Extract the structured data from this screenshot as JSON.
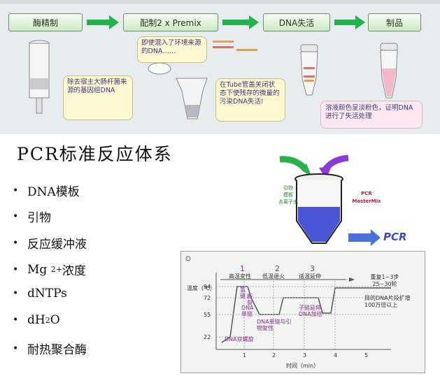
{
  "workflow": {
    "steps": [
      "酶精制",
      "配制2 x Premix",
      "DNA失活",
      "制品"
    ],
    "bubbles": {
      "enzyme": "除去宿主大肠杆菌来源的基因组DNA",
      "premix": "即使混入了环境来源的DNA……",
      "inactivate": "在Tube管盖关闭状态下使残存的微量的污染DNA失活!",
      "product": "溶液颜色呈淡粉色，证明DNA进行了失活处理"
    }
  },
  "pcr_system": {
    "title": "PCR标准反应体系",
    "items": [
      "DNA模板",
      "引物",
      "反应缓冲液",
      "Mg",
      "浓度",
      "dNTPs",
      "dH",
      "O",
      "耐热聚合酶"
    ],
    "mg_superscript": "2+",
    "water_subscript": "2"
  },
  "mastermix_diagram": {
    "left_label": [
      "引物",
      "模板",
      "去离子水"
    ],
    "right_label": [
      "PCR",
      "MasterMix"
    ],
    "arrow_label": "PCR"
  },
  "thermal_profile": {
    "steps": [
      {
        "num": "1",
        "name": "高温变性",
        "desc": "DNA单链"
      },
      {
        "num": "2",
        "name": "低温退火",
        "desc": "DNA单链与引物复性"
      },
      {
        "num": "3",
        "name": "适温延伸",
        "desc": "子链延伸DNA加倍"
      }
    ],
    "ylabel": "温度（℃）",
    "xlabel": "时间（min）",
    "yticks": [
      "94",
      "72",
      "55",
      "22"
    ],
    "xticks": [
      "1",
      "2",
      "3",
      "4",
      "5"
    ],
    "start_label": "DNA双螺旋",
    "denature_label_a": "氢键",
    "denature_label_b": "断裂",
    "repeat_label": "重复1~3步25~30轮",
    "target_label": "目的DNA片段扩增100万倍以上"
  },
  "colors": {
    "accent_purple": "#8a2a8a",
    "arrow_green": "#22b14c",
    "liquid_blue": "#4a55d6"
  }
}
